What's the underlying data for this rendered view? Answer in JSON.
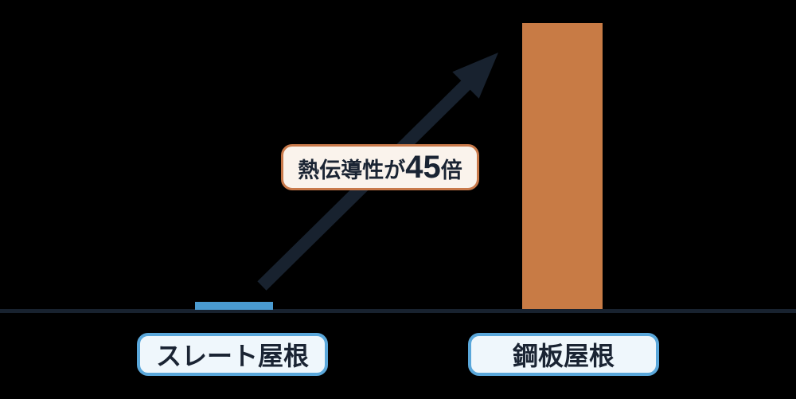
{
  "chart_data": {
    "type": "bar",
    "categories": [
      "スレート屋根",
      "鋼板屋根"
    ],
    "values": [
      1,
      45
    ],
    "title": "",
    "xlabel": "",
    "ylabel": "",
    "ylim": [
      0,
      45
    ],
    "grid": false,
    "legend": false,
    "annotation": "熱伝導性が45倍",
    "bar_colors": [
      "#4A9BD1",
      "#C87B45"
    ]
  },
  "annotation": {
    "prefix": "熱伝導性が",
    "number": "45",
    "suffix": "倍"
  },
  "category_labels": {
    "slate": "スレート屋根",
    "steel": "鋼板屋根"
  },
  "colors": {
    "background": "#000000",
    "ink": "#18222F",
    "slate_bar": "#4A9BD1",
    "steel_bar": "#C87B45",
    "annotation_border": "#C8794A",
    "annotation_fill": "#FAF3EC",
    "label_border": "#5AA7DA",
    "label_fill": "#EFF7FC"
  }
}
